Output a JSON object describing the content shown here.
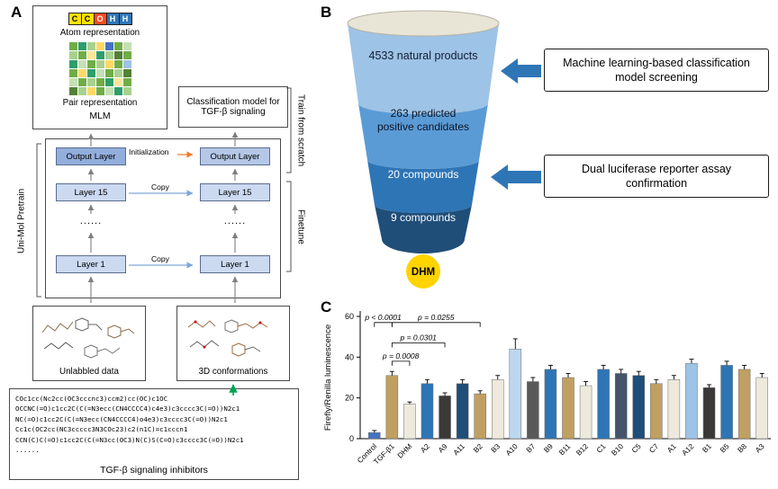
{
  "panelA": {
    "label": "A",
    "atom_box": {
      "atoms": [
        {
          "symbol": "C",
          "color": "#FFE200",
          "text_color": "#000000"
        },
        {
          "symbol": "C",
          "color": "#FFE200",
          "text_color": "#000000"
        },
        {
          "symbol": "O",
          "color": "#FF4B1F",
          "text_color": "#ffffff"
        },
        {
          "symbol": "H",
          "color": "#2E75B6",
          "text_color": "#ffffff"
        },
        {
          "symbol": "H",
          "color": "#2E75B6",
          "text_color": "#ffffff"
        }
      ],
      "atom_caption": "Atom representation",
      "pair_grid": [
        [
          "#70AD47",
          "#2E9E6B",
          "#A9D18E",
          "#FFD966",
          "#4472C4",
          "#70AD47",
          "#C5E0B4"
        ],
        [
          "#A9D18E",
          "#70AD47",
          "#FFE699",
          "#2E9E6B",
          "#A9D18E",
          "#538135",
          "#70AD47"
        ],
        [
          "#2E9E6B",
          "#C5E0B4",
          "#70AD47",
          "#A9D18E",
          "#FFD966",
          "#70AD47",
          "#9DC3E6"
        ],
        [
          "#70AD47",
          "#FFD966",
          "#2E9E6B",
          "#C5E0B4",
          "#70AD47",
          "#A9D18E",
          "#538135"
        ],
        [
          "#C5E0B4",
          "#70AD47",
          "#A9D18E",
          "#70AD47",
          "#2E9E6B",
          "#FFE699",
          "#70AD47"
        ],
        [
          "#538135",
          "#A9D18E",
          "#FFD966",
          "#70AD47",
          "#C5E0B4",
          "#2E9E6B",
          "#A9D18E"
        ]
      ],
      "pair_caption": "Pair representation",
      "mlm_label": "MLM"
    },
    "classification_box_label": "Classification model for TGF-β signaling",
    "pretrain_column": {
      "output": "Output Layer",
      "layer15": "Layer 15",
      "dots": "......",
      "layer1": "Layer 1"
    },
    "finetune_column": {
      "output": "Output Layer",
      "layer15": "Layer 15",
      "dots": "......",
      "layer1": "Layer 1"
    },
    "initialization_label": "Initialization",
    "copy_label": "Copy",
    "train_from_scratch_label": "Train from scratch",
    "finetune_label": "Finetune",
    "unimol_pretrain_label": "Uni-Mol Pretrain",
    "unlabeled_data_label": "Unlabbled data",
    "conformations_label": "3D conformations",
    "smiles_lines": [
      "COc1cc(Nc2cc(OC3cccnc3)ccm2)cc(OC)c1OC",
      "OCCNC(=O)c1cc2C(C(=N3ecc(CN4CCCC4)c4e3)c3cccc3C(=O))N2c1",
      "NC(=O)c1cc2C(C(=N3ecc(CN4CCCC4)o4e3)c3cccc3C(=O))N2c1",
      "Cc1c(OC2cc(NC3ccccc3N3COc23)c2(n1C)=c1cccn1",
      "CCN(C)C(=O)c1cc2C(C(=N3cc(OC3)N(C)S(C=O)c3cccc3C(=O))N2c1",
      "......"
    ],
    "smiles_caption": "TGF-β signaling inhibitors"
  },
  "panelB": {
    "label": "B",
    "funnel_bands": [
      {
        "lines": [
          "4533 natural products"
        ],
        "color": "#9DC3E6",
        "text_color": "#101c33"
      },
      {
        "lines": [
          "263 predicted",
          "positive candidates"
        ],
        "color": "#5B9BD5",
        "text_color": "#0c1526"
      },
      {
        "lines": [
          "20 compounds"
        ],
        "color": "#2E75B6",
        "text_color": "#ffffff"
      },
      {
        "lines": [
          "9 compounds"
        ],
        "color": "#1F4E79",
        "text_color": "#ffffff"
      }
    ],
    "dhm": {
      "text": "DHM",
      "color": "#FFD400",
      "text_color": "#000000"
    },
    "callouts": [
      {
        "text": "Machine learning-based classification model screening"
      },
      {
        "text": "Dual luciferase reporter assay confirmation"
      }
    ],
    "arrow_color": "#2E75B6"
  },
  "panelC": {
    "label": "C"
  },
  "chart_data": {
    "type": "bar",
    "title": "",
    "xlabel": "",
    "ylabel": "Firefly/Renilla luminescence",
    "ylim": [
      0,
      60
    ],
    "yticks": [
      0,
      20,
      40,
      60
    ],
    "grid": false,
    "legend": false,
    "categories": [
      "Control",
      "TGF-β1",
      "DHM",
      "A2",
      "A9",
      "A11",
      "B2",
      "B3",
      "A10",
      "B7",
      "B9",
      "B11",
      "B12",
      "C1",
      "B10",
      "C5",
      "C7",
      "A1",
      "A12",
      "B1",
      "B5",
      "B8",
      "A3"
    ],
    "values": [
      3,
      31,
      17,
      27,
      21,
      27,
      22,
      29,
      44,
      28,
      34,
      30,
      26,
      34,
      32,
      31,
      27,
      29,
      37,
      25,
      36,
      34,
      30
    ],
    "errors": [
      1,
      2,
      1,
      2,
      1.5,
      2,
      1.5,
      2,
      5,
      2,
      2,
      2,
      2,
      2,
      2,
      2,
      2,
      2,
      2,
      1.5,
      2,
      2,
      2
    ],
    "bar_colors": [
      "#4472C4",
      "#C0A062",
      "#EDE9DC",
      "#2E75B6",
      "#3B3838",
      "#1F4E79",
      "#C0A062",
      "#EDE9DC",
      "#BDD7EE",
      "#595959",
      "#2E75B6",
      "#C0A062",
      "#EDE9DC",
      "#2E75B6",
      "#44546A",
      "#1F4E79",
      "#C0A062",
      "#EDE9DC",
      "#9DC3E6",
      "#3B3838",
      "#2E75B6",
      "#C0A062",
      "#EDE9DC"
    ],
    "significance": [
      {
        "from": 0,
        "to": 1,
        "y": 57,
        "label": "p < 0.0001"
      },
      {
        "from": 1,
        "to": 6,
        "y": 57,
        "label": "p = 0.0255"
      },
      {
        "from": 1,
        "to": 4,
        "y": 47,
        "label": "p = 0.0301"
      },
      {
        "from": 1,
        "to": 2,
        "y": 38,
        "label": "p = 0.0008"
      }
    ]
  }
}
